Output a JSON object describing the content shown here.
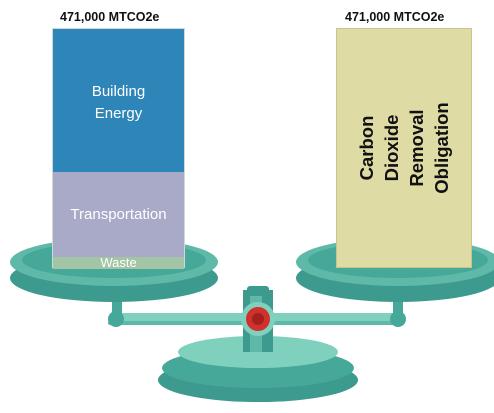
{
  "left_pan": {
    "total_label": "471,000 MTCO2e",
    "segments": {
      "building": "Building\nEnergy",
      "transportation": "Transportation",
      "waste": "Waste"
    }
  },
  "right_pan": {
    "total_label": "471,000 MTCO2e",
    "block_label": "Carbon Dioxide\nRemoval Obligation"
  },
  "colors": {
    "building": "#2e86b8",
    "transportation": "#a9a9c8",
    "waste": "#a3c4a5",
    "removal": "#dedba5",
    "scale_teal": "#3d9a8e",
    "scale_light": "#7fd1bd",
    "pivot_red": "#d0312d"
  }
}
